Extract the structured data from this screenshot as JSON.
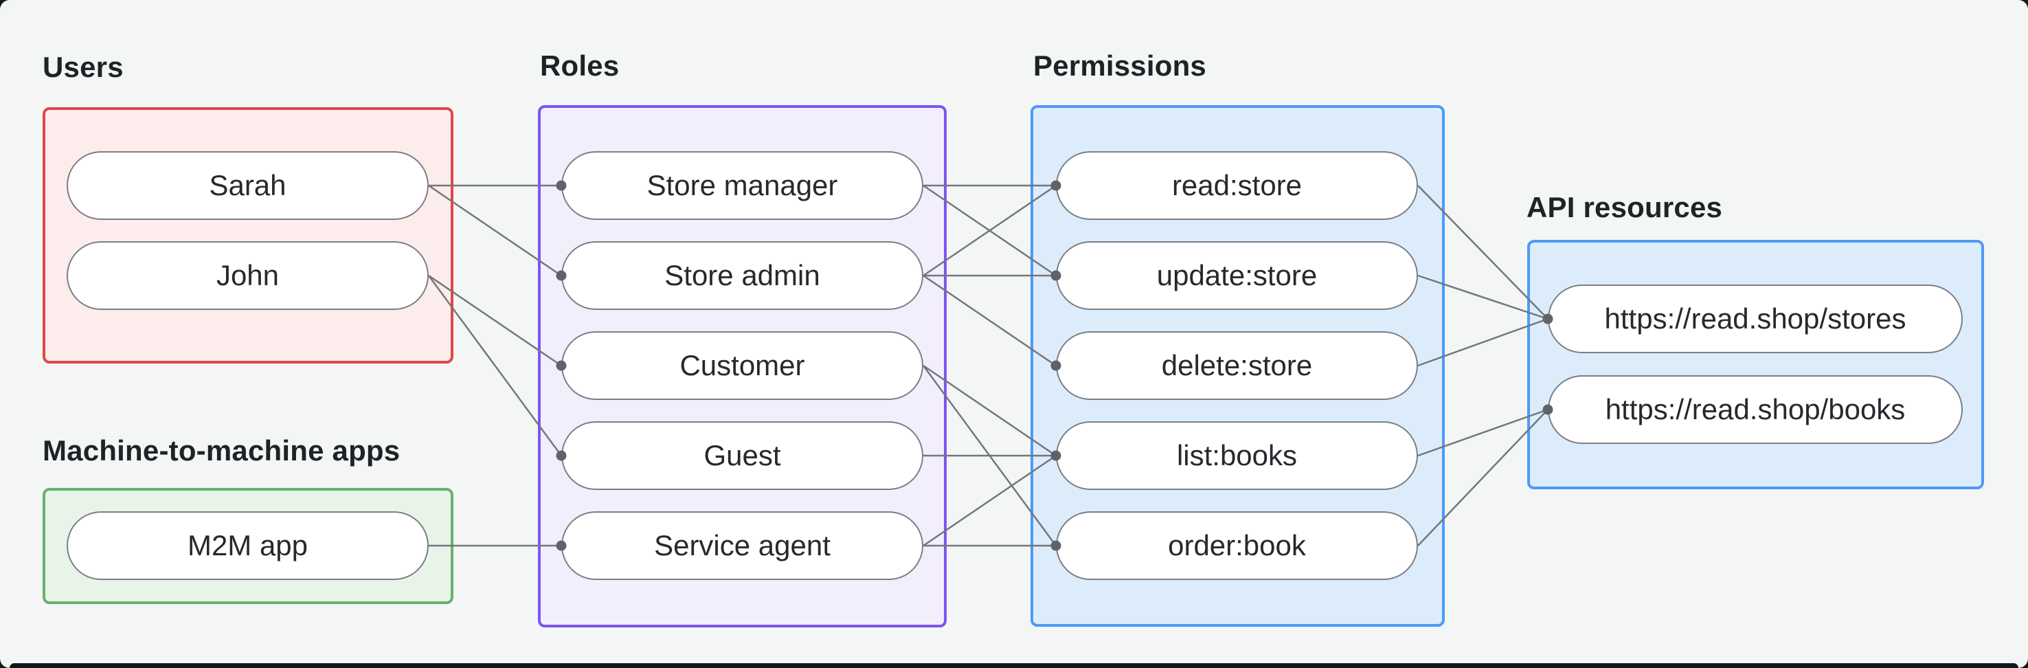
{
  "page": {
    "background": "#f4f6f5",
    "outside_color": "#171b18",
    "bottom_bar_color": "#131619"
  },
  "diagram": {
    "edge_color": "#73777c",
    "dot_color": "#5f6368",
    "node_border_color": "#7b7f84",
    "node_fill": "#ffffff",
    "text_color": "#26292d",
    "groups": [
      {
        "id": "users",
        "title": "Users",
        "border": "#e0474b",
        "fill": "#fcecec",
        "nodes": [
          {
            "id": "sarah",
            "label": "Sarah"
          },
          {
            "id": "john",
            "label": "John"
          }
        ]
      },
      {
        "id": "m2m",
        "title": "Machine-to-machine apps",
        "border": "#68b16f",
        "fill": "#e9f4e9",
        "nodes": [
          {
            "id": "m2m-app",
            "label": "M2M app"
          }
        ]
      },
      {
        "id": "roles",
        "title": "Roles",
        "border": "#7d55f2",
        "fill": "#f3eefc",
        "nodes": [
          {
            "id": "store-manager",
            "label": "Store manager"
          },
          {
            "id": "store-admin",
            "label": "Store admin"
          },
          {
            "id": "customer",
            "label": "Customer"
          },
          {
            "id": "guest",
            "label": "Guest"
          },
          {
            "id": "service-agent",
            "label": "Service agent"
          }
        ]
      },
      {
        "id": "permissions",
        "title": "Permissions",
        "border": "#4b9bf5",
        "fill": "#ddecfb",
        "nodes": [
          {
            "id": "read-store",
            "label": "read:store"
          },
          {
            "id": "update-store",
            "label": "update:store"
          },
          {
            "id": "delete-store",
            "label": "delete:store"
          },
          {
            "id": "list-books",
            "label": "list:books"
          },
          {
            "id": "order-book",
            "label": "order:book"
          }
        ]
      },
      {
        "id": "api",
        "title": "API resources",
        "border": "#4b9bf5",
        "fill": "#ddecfb",
        "nodes": [
          {
            "id": "stores",
            "label": "https://read.shop/stores"
          },
          {
            "id": "books",
            "label": "https://read.shop/books"
          }
        ]
      }
    ],
    "edges": [
      [
        "sarah",
        "store-manager"
      ],
      [
        "sarah",
        "store-admin"
      ],
      [
        "john",
        "customer"
      ],
      [
        "john",
        "guest"
      ],
      [
        "m2m-app",
        "service-agent"
      ],
      [
        "store-manager",
        "read-store"
      ],
      [
        "store-manager",
        "update-store"
      ],
      [
        "store-admin",
        "read-store"
      ],
      [
        "store-admin",
        "update-store"
      ],
      [
        "store-admin",
        "delete-store"
      ],
      [
        "customer",
        "list-books"
      ],
      [
        "customer",
        "order-book"
      ],
      [
        "guest",
        "list-books"
      ],
      [
        "service-agent",
        "list-books"
      ],
      [
        "service-agent",
        "order-book"
      ],
      [
        "read-store",
        "stores"
      ],
      [
        "update-store",
        "stores"
      ],
      [
        "delete-store",
        "stores"
      ],
      [
        "list-books",
        "books"
      ],
      [
        "order-book",
        "books"
      ]
    ]
  }
}
